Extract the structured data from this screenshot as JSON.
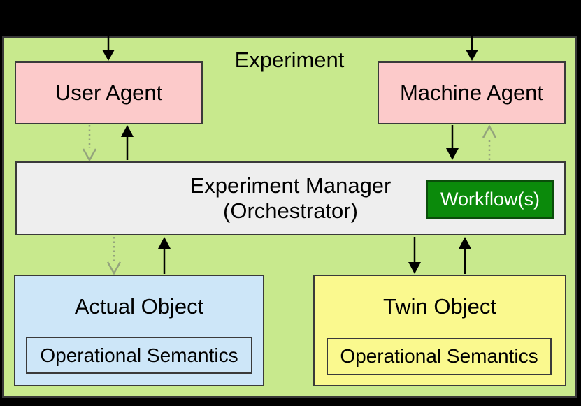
{
  "diagram": {
    "title": "Experiment",
    "nodes": {
      "user_agent": {
        "label": "User Agent"
      },
      "machine_agent": {
        "label": "Machine Agent"
      },
      "experiment_manager": {
        "label_line1": "Experiment Manager",
        "label_line2": "(Orchestrator)"
      },
      "workflow": {
        "label": "Workflow(s)"
      },
      "actual_object": {
        "label": "Actual Object",
        "inner_label": "Operational Semantics"
      },
      "twin_object": {
        "label": "Twin Object",
        "inner_label": "Operational Semantics"
      }
    },
    "edges": [
      {
        "from": "external",
        "to": "user_agent",
        "style": "solid"
      },
      {
        "from": "external",
        "to": "machine_agent",
        "style": "solid"
      },
      {
        "from": "user_agent",
        "to": "experiment_manager",
        "style": "dotted"
      },
      {
        "from": "experiment_manager",
        "to": "user_agent",
        "style": "solid"
      },
      {
        "from": "machine_agent",
        "to": "experiment_manager",
        "style": "solid"
      },
      {
        "from": "experiment_manager",
        "to": "machine_agent",
        "style": "dotted"
      },
      {
        "from": "experiment_manager",
        "to": "actual_object",
        "style": "dotted"
      },
      {
        "from": "actual_object",
        "to": "experiment_manager",
        "style": "solid"
      },
      {
        "from": "experiment_manager",
        "to": "twin_object",
        "style": "solid"
      },
      {
        "from": "twin_object",
        "to": "experiment_manager",
        "style": "solid"
      }
    ],
    "colors": {
      "page_background": "#000000",
      "canvas_fill": "#C8E98D",
      "agent_fill": "#FCCACA",
      "manager_fill": "#EEEEEE",
      "workflow_fill": "#0B8A0B",
      "workflow_text": "#FFFFFF",
      "actual_object_fill": "#CDE6F8",
      "twin_object_fill": "#FAF98E",
      "box_border": "#3A3A3A",
      "solid_arrow": "#000000",
      "dotted_arrow": "#93A37C"
    }
  }
}
